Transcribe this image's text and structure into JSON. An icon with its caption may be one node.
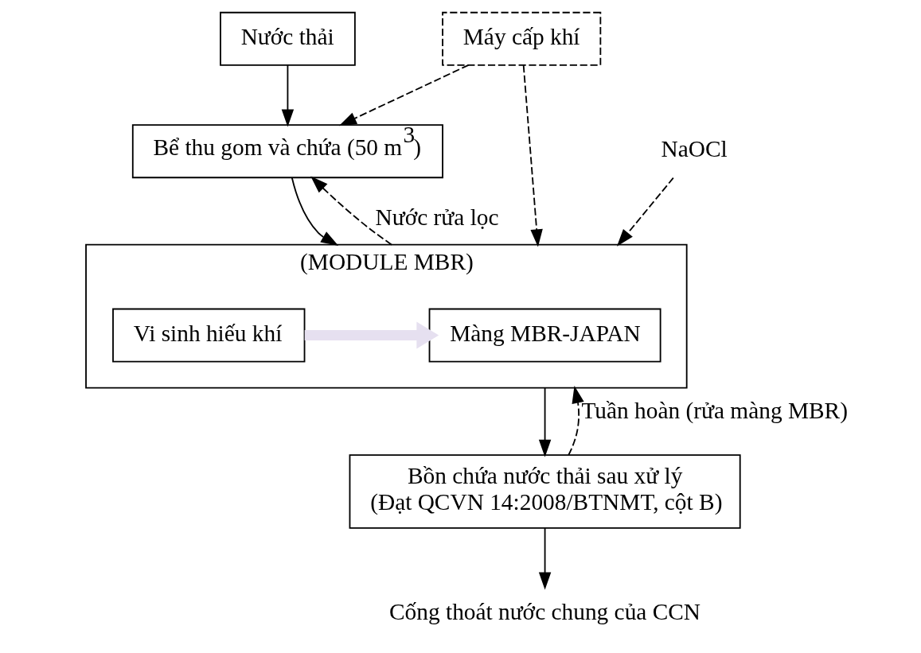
{
  "diagram": {
    "nodes": [
      {
        "text": [
          "Nước thải"
        ]
      },
      {
        "text": [
          "Bể thu gom và chứa (50 m$^{3}$)"
        ]
      },
      {
        "text": [
          "(MODULE MBR)"
        ]
      },
      {
        "text": [
          "Vi sinh hiếu khí"
        ],
        "in": 2
      },
      {
        "text": [
          "Màng MBR-JAPAN"
        ],
        "in": 2
      },
      {
        "text": [
          "Máy cấp khí"
        ]
      },
      {
        "text": [
          "Bồn chứa nước thải sau xử lý",
          "(Đạt QCVN 14:2008/BTNMT, cột B)"
        ]
      },
      {
        "text": [
          "Cống thoát nước chung của CCN"
        ]
      },
      {
        "text": [
          "NaOCl"
        ]
      }
    ],
    "edges": [
      {
        "from": 0,
        "to": 1,
        "arrow": "to"
      },
      {
        "from": 1,
        "to": 2,
        "arrow": "to"
      },
      {
        "from": 3,
        "to": 4,
        "arrow": "to",
        "style": "thick",
        "color": "#e6e0f0"
      },
      {
        "from": 5,
        "to": 1,
        "arrow": "to",
        "style": "dashed"
      },
      {
        "from": 5,
        "to": 2,
        "arrow": "to",
        "style": "dashed"
      },
      {
        "from": 8,
        "to": 2,
        "arrow": "to",
        "style": "dashed"
      },
      {
        "from": 2,
        "to": 1,
        "arrow": "to",
        "style": "dashed",
        "label": "Nước rửa lọc"
      },
      {
        "from": 2,
        "to": 6,
        "arrow": "to"
      },
      {
        "from": 6,
        "to": 2,
        "arrow": "to",
        "style": "dashed",
        "label": "Tuần hoàn (rửa màng MBR)"
      },
      {
        "from": 6,
        "to": 7,
        "arrow": "to"
      }
    ]
  }
}
